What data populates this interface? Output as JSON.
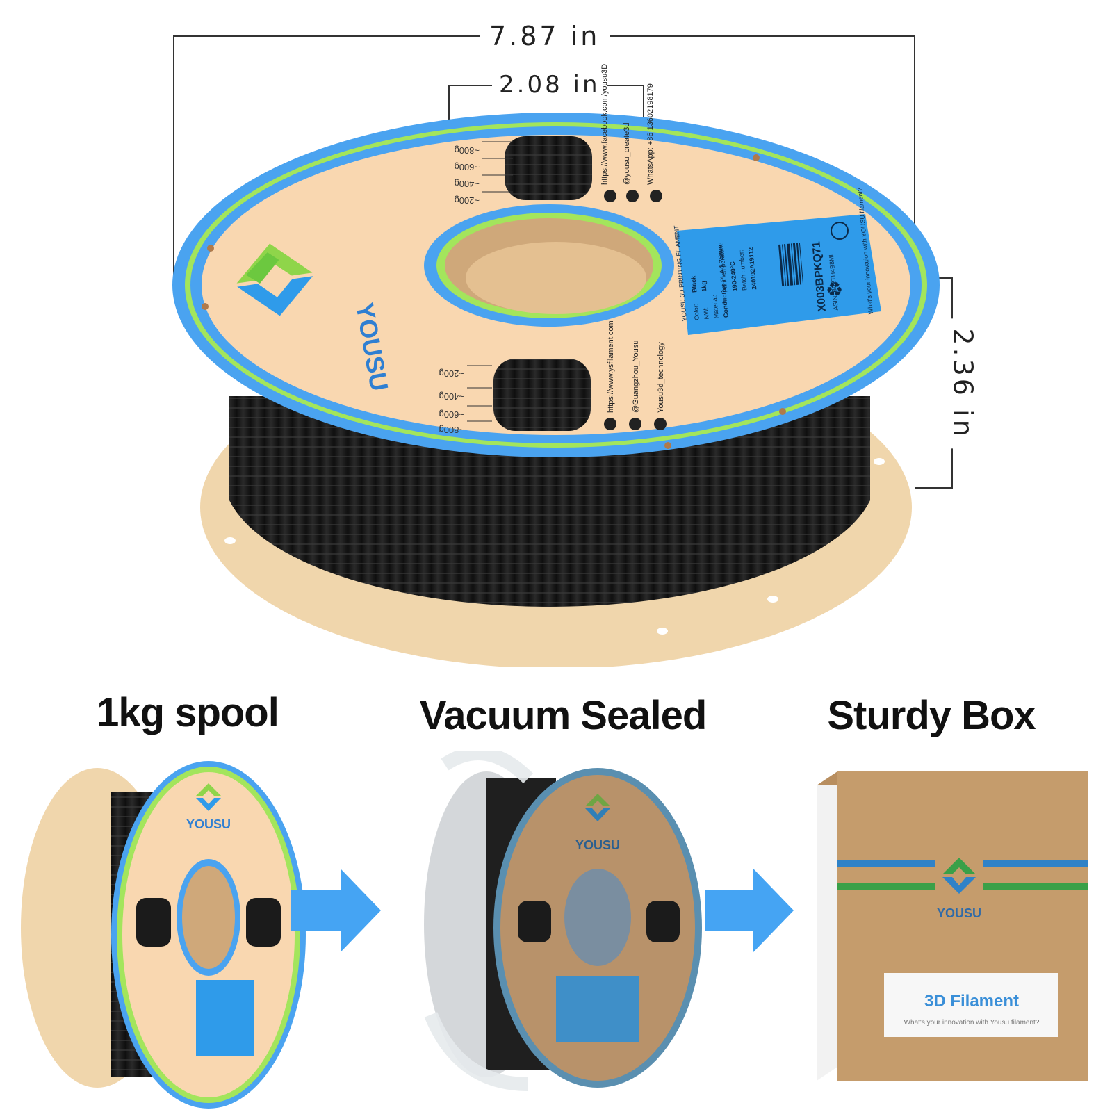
{
  "dimensions": {
    "outer_diameter": "7.87 in",
    "hub_diameter": "2.08 in",
    "width": "2.36 in"
  },
  "main_spool": {
    "brand": "YOUSU",
    "weight_marks": [
      "~200g",
      "~400g",
      "~600g",
      "~800g"
    ],
    "social": {
      "website": "https://www.ysfilament.com",
      "facebook": "@Guangzhou_Yousu",
      "tiktok": "Yousu3d_technology",
      "twitter": "https://www.facebook.com/yousu3D",
      "instagram": "@yousu_create3d",
      "whatsapp": "WhatsApp: +86 13602198179"
    },
    "label": {
      "heading": "YOUSU 3D PRINTING FILAMENT",
      "color_key": "Color:",
      "color_val": "Black",
      "nw_key": "NW:",
      "nw_val": "1kg",
      "material_key": "Material:",
      "material_val": "Conductive PLA 1.75mm",
      "temp_key": "Print temperature:",
      "temp_val": "190-240°C",
      "batch_key": "Batch number:",
      "batch_val": "240102A19112",
      "code": "X003BPKQ71",
      "asin": "ASIN: B0BTH4B8ML",
      "slogan": "What's your innovation with YOUSU filament?"
    }
  },
  "sections": [
    {
      "caption": "1kg spool"
    },
    {
      "caption": "Vacuum Sealed"
    },
    {
      "caption": "Sturdy Box"
    }
  ],
  "box": {
    "brand": "YOUSU",
    "label_title": "3D Filament",
    "label_sub": "What's your innovation with Yousu filament?"
  },
  "colors": {
    "spool_face": "#f9d7b0",
    "ring_blue": "#4aa3f0",
    "ring_green": "#9fe55a",
    "filament": "#1b1b1b",
    "cardboard": "#efd9b4",
    "arrow": "#45a4f3",
    "box": "#c59c6c"
  }
}
